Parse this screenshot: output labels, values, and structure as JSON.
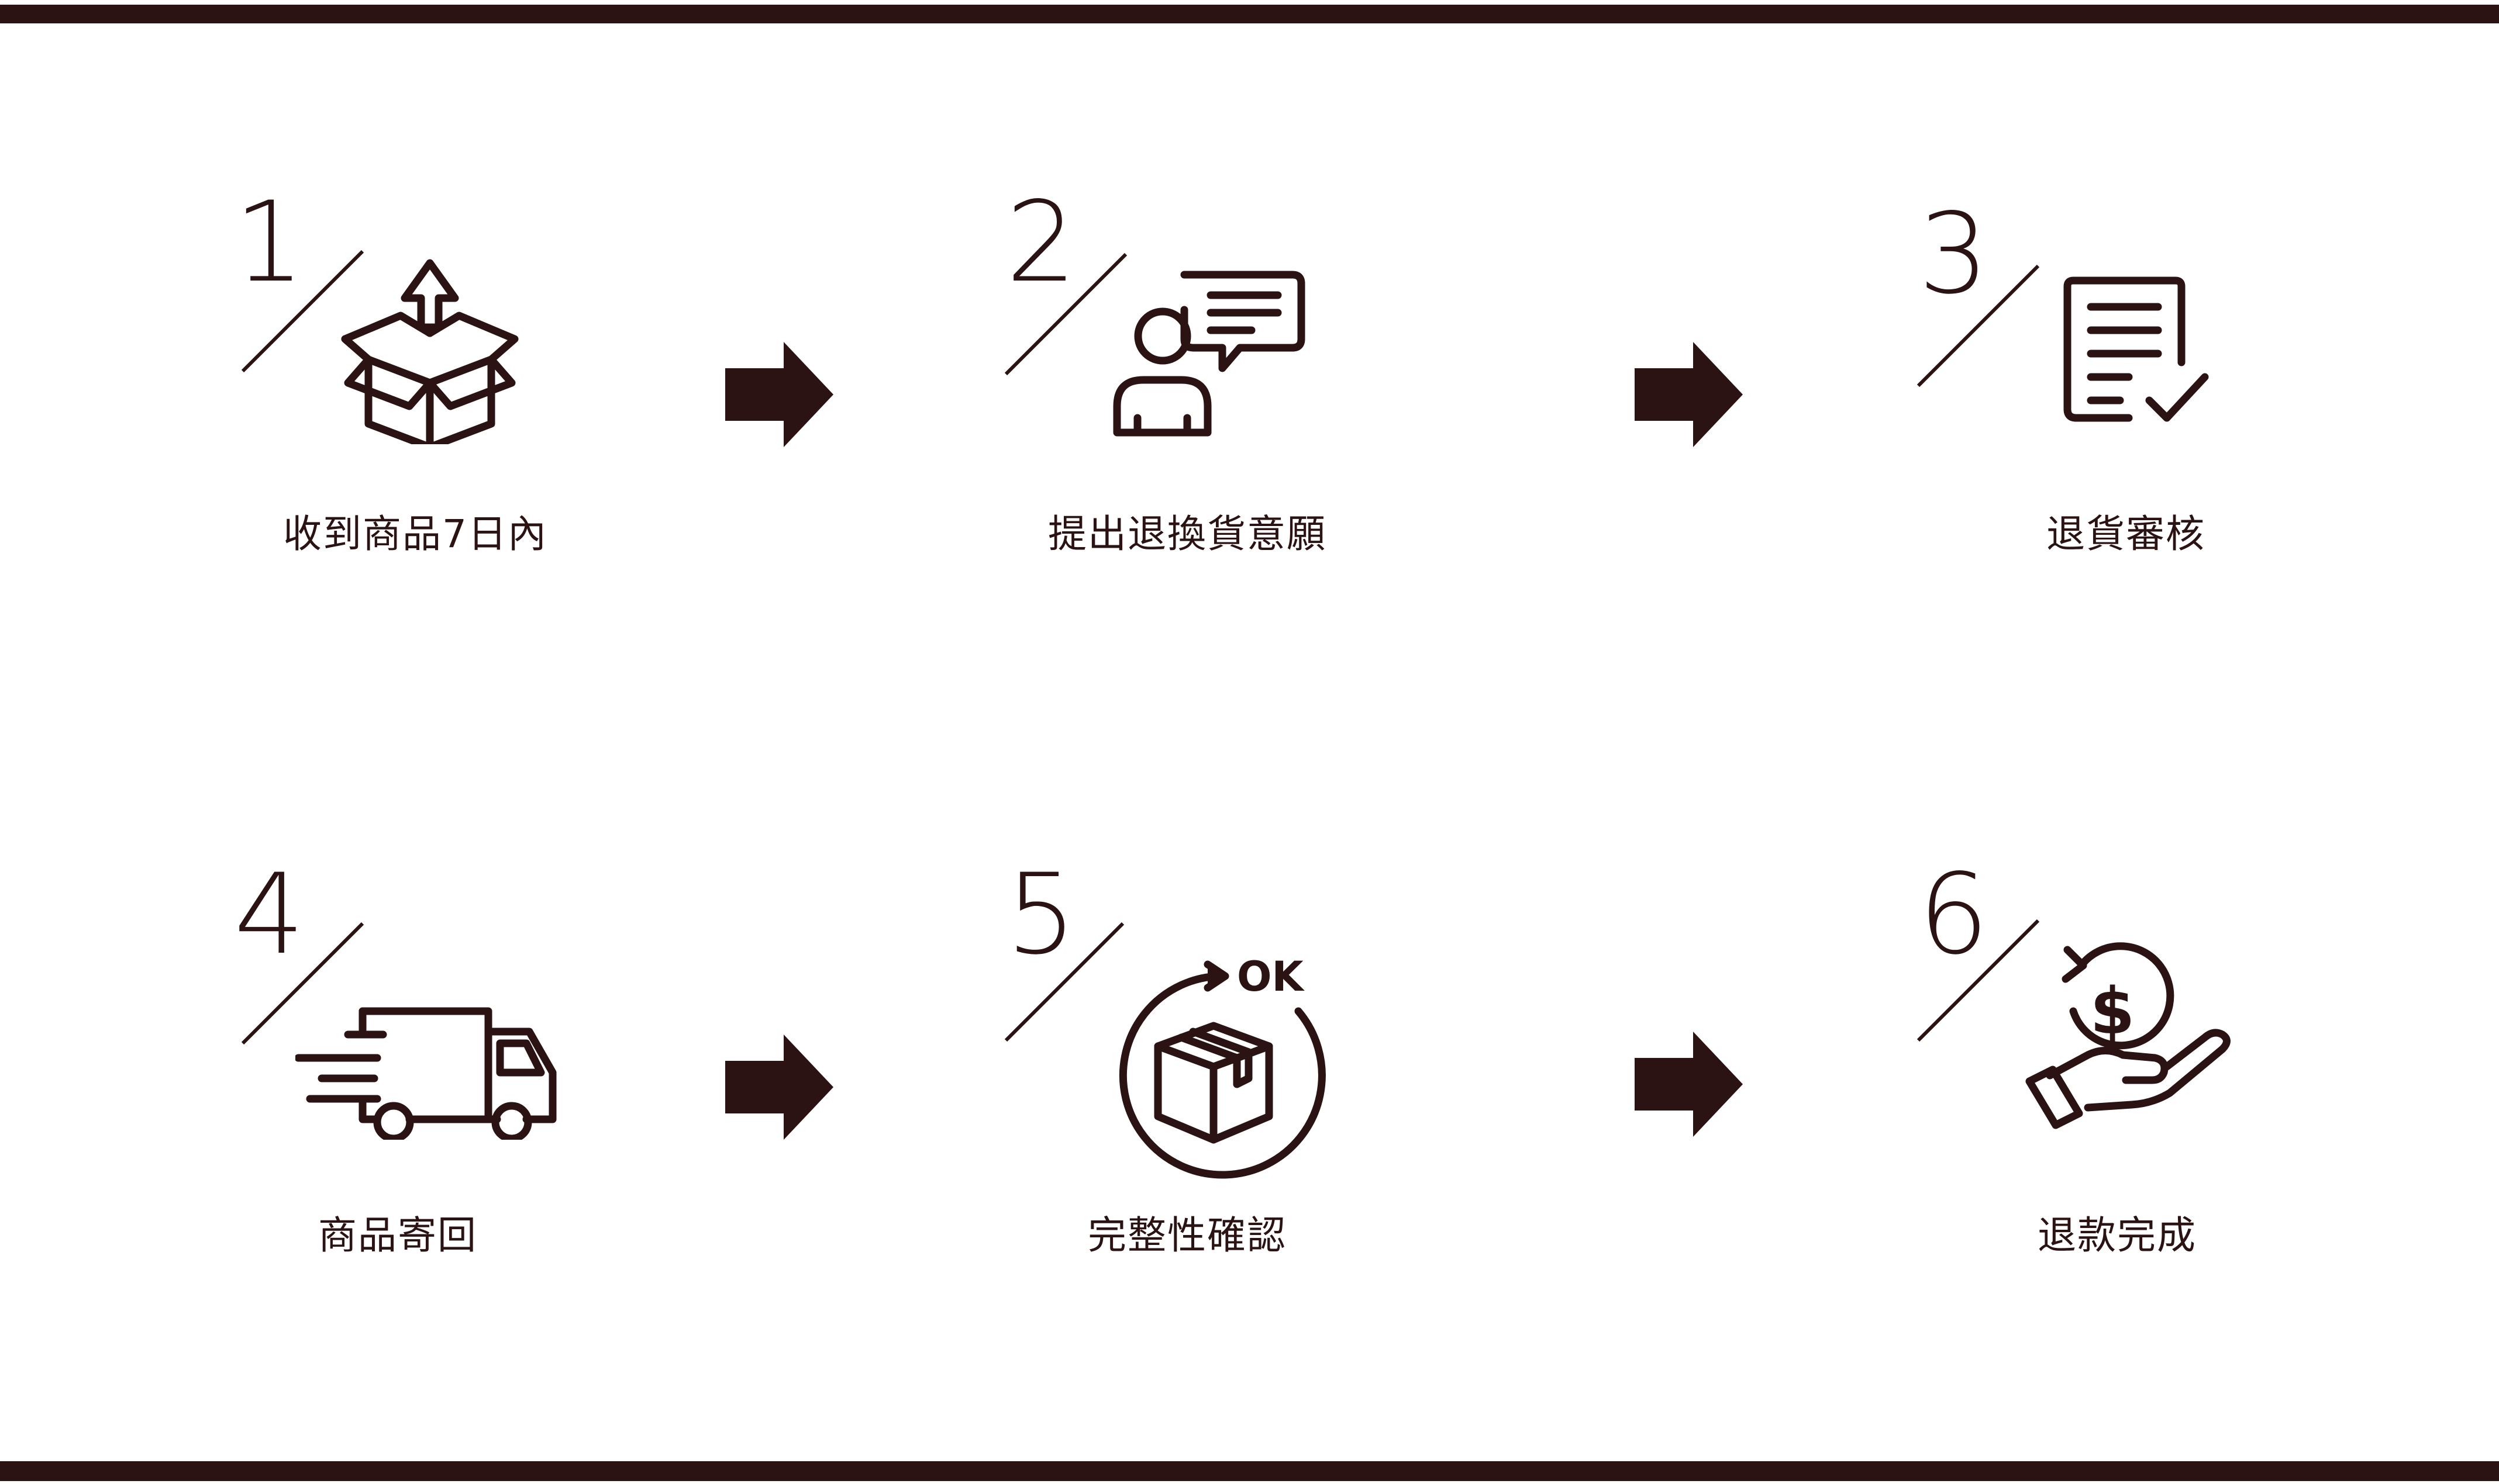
{
  "colors": {
    "ink": "#2b1213",
    "background": "#ffffff"
  },
  "steps": [
    {
      "number": "1",
      "label": "收到商品7日內",
      "icon": "open-box-upload-icon"
    },
    {
      "number": "2",
      "label": "提出退換貨意願",
      "icon": "person-chat-icon"
    },
    {
      "number": "3",
      "label": "退貨審核",
      "icon": "document-check-icon"
    },
    {
      "number": "4",
      "label": "商品寄回",
      "icon": "delivery-truck-icon"
    },
    {
      "number": "5",
      "label": "完整性確認",
      "icon": "box-ok-icon",
      "badge": "OK"
    },
    {
      "number": "6",
      "label": "退款完成",
      "icon": "refund-hand-icon",
      "symbol": "$"
    }
  ]
}
